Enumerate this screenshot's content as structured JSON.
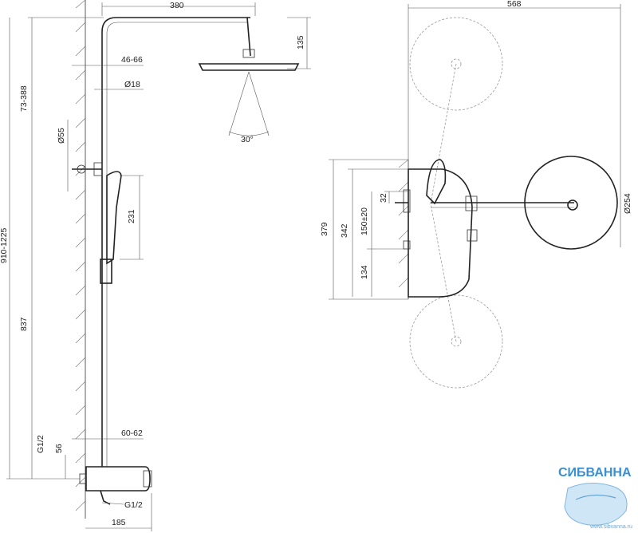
{
  "dimensions": {
    "arm_length": "380",
    "head_height": "135",
    "wall_offset_top": "46-66",
    "pipe_dia": "Ø18",
    "top_adjust": "73-388",
    "holder_dia": "Ø55",
    "hand_range": "231",
    "total_height": "910-1225",
    "mixer_height": "837",
    "spray_angle": "30°",
    "inlet_thread": "G1/2",
    "inlet_height": "56",
    "mixer_offset": "60-62",
    "outlet_thread": "G1/2",
    "mixer_depth": "185",
    "side_width": "568",
    "side_379": "379",
    "side_342": "342",
    "side_150": "150±20",
    "side_32": "32",
    "side_134": "134",
    "head_dia": "Ø254"
  },
  "watermark": {
    "brand": "СИБВАННА",
    "url": "www.sibvanna.ru",
    "brand_color": "#3a8fd0"
  }
}
